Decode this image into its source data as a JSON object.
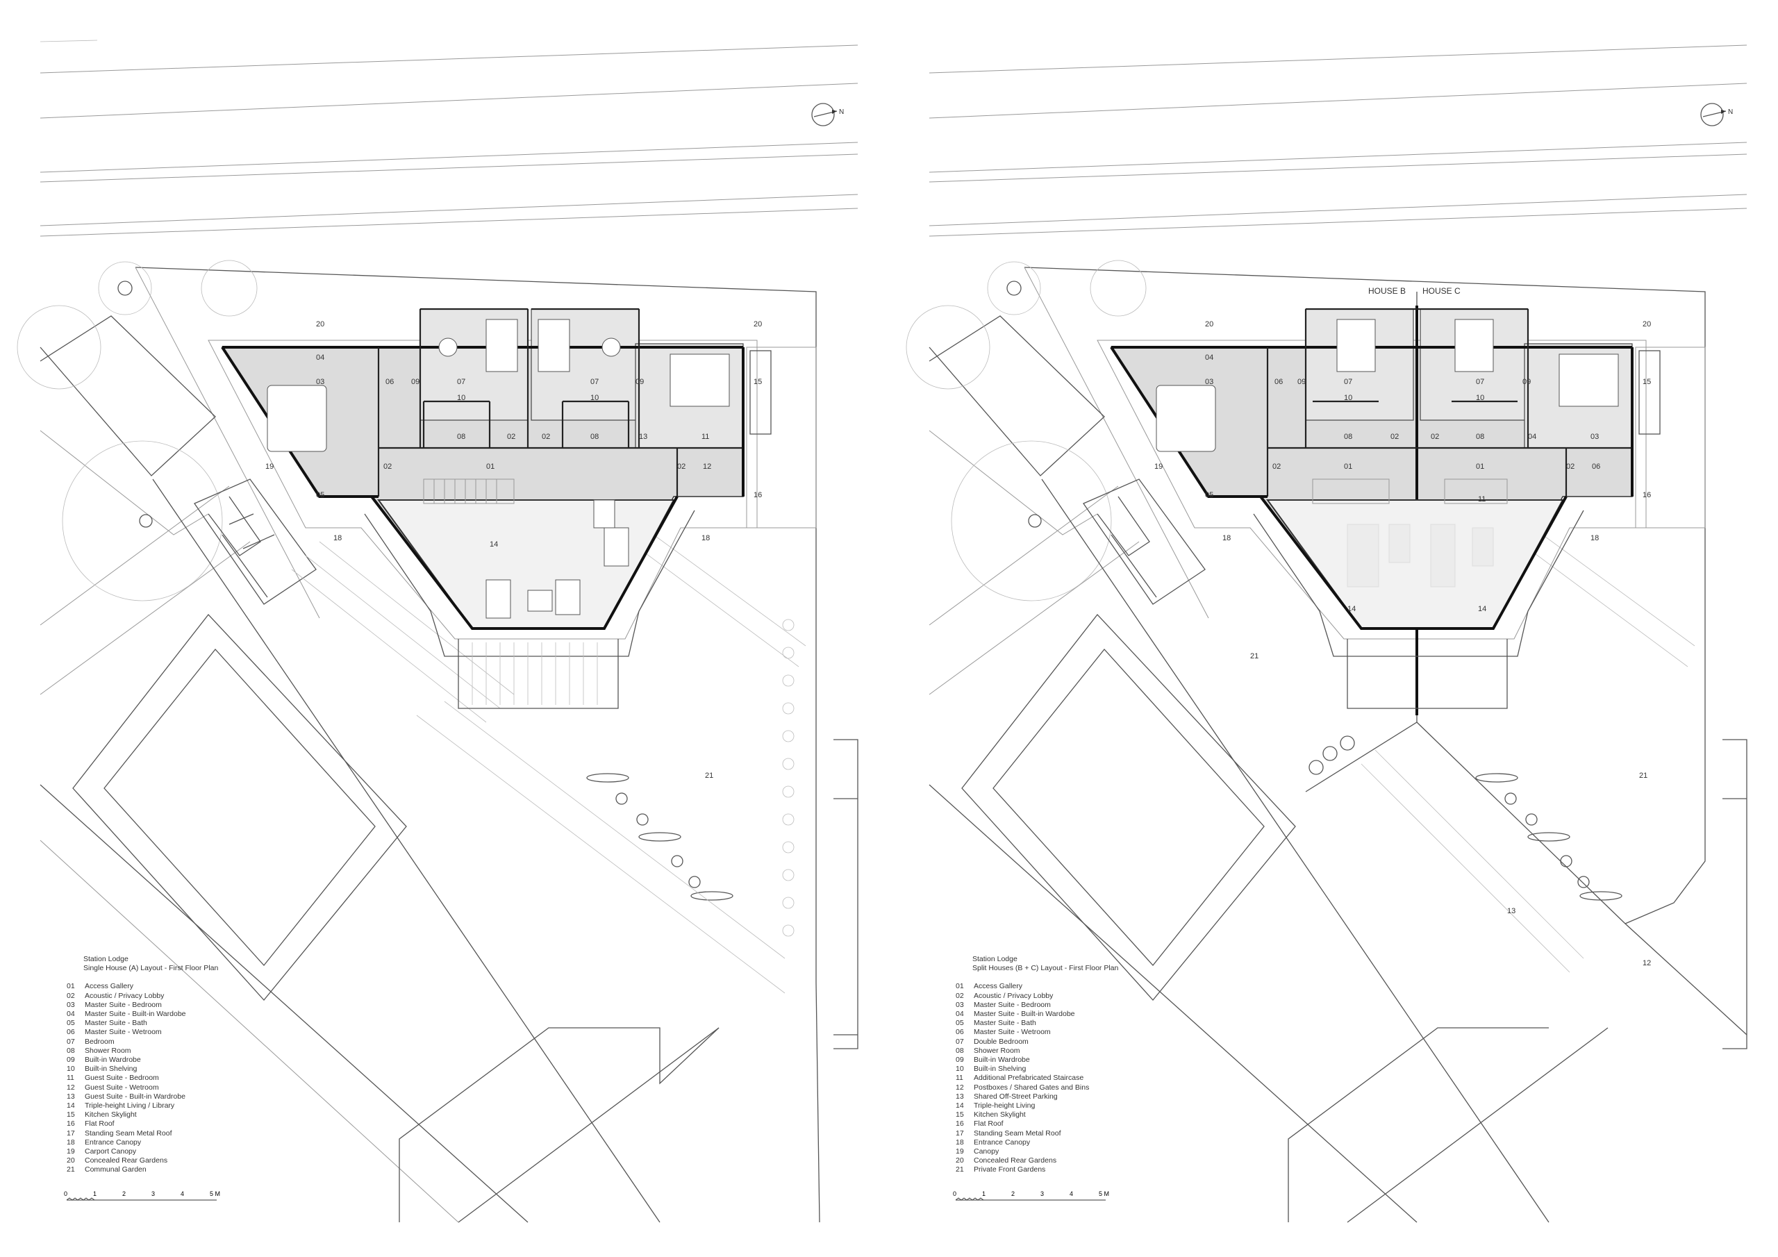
{
  "panels": [
    {
      "id": "a",
      "title_line1": "Station Lodge",
      "title_line2": "Single House (A) Layout - First Floor Plan",
      "house_labels": [],
      "legend": [
        {
          "num": "01",
          "label": "Access Gallery"
        },
        {
          "num": "02",
          "label": "Acoustic / Privacy Lobby"
        },
        {
          "num": "03",
          "label": "Master Suite - Bedroom"
        },
        {
          "num": "04",
          "label": "Master Suite - Built-in Wardobe"
        },
        {
          "num": "05",
          "label": "Master Suite - Bath"
        },
        {
          "num": "06",
          "label": "Master Suite - Wetroom"
        },
        {
          "num": "07",
          "label": "Bedroom"
        },
        {
          "num": "08",
          "label": "Shower Room"
        },
        {
          "num": "09",
          "label": "Built-in Wardrobe"
        },
        {
          "num": "10",
          "label": "Built-in Shelving"
        },
        {
          "num": "11",
          "label": "Guest Suite - Bedroom"
        },
        {
          "num": "12",
          "label": "Guest Suite - Wetroom"
        },
        {
          "num": "13",
          "label": "Guest Suite - Built-in Wardrobe"
        },
        {
          "num": "14",
          "label": "Triple-height Living / Library"
        },
        {
          "num": "15",
          "label": "Kitchen Skylight"
        },
        {
          "num": "16",
          "label": "Flat Roof"
        },
        {
          "num": "17",
          "label": "Standing Seam Metal Roof"
        },
        {
          "num": "18",
          "label": "Entrance Canopy"
        },
        {
          "num": "19",
          "label": "Carport Canopy"
        },
        {
          "num": "20",
          "label": "Concealed Rear Gardens"
        },
        {
          "num": "21",
          "label": "Communal Garden"
        }
      ],
      "plan_tags": {
        "t20l": "20",
        "t20r": "20",
        "t04": "04",
        "t03": "03",
        "t06": "06",
        "t09a": "09",
        "t07a": "07",
        "t07b": "07",
        "t09b": "09",
        "t10a": "10",
        "t10b": "10",
        "t08a": "08",
        "t02a": "02",
        "t02b": "02",
        "t08b": "08",
        "t13": "13",
        "t11": "11",
        "t15": "15",
        "t19": "19",
        "t02c": "02",
        "t01": "01",
        "t02d": "02",
        "t12": "12",
        "t05": "05",
        "t16": "16",
        "t18l": "18",
        "t18r": "18",
        "t14": "14",
        "t21": "21"
      }
    },
    {
      "id": "b",
      "title_line1": "Station Lodge",
      "title_line2": "Split Houses (B + C) Layout - First Floor Plan",
      "house_labels": [
        "HOUSE B",
        "HOUSE C"
      ],
      "legend": [
        {
          "num": "01",
          "label": "Access Gallery"
        },
        {
          "num": "02",
          "label": "Acoustic / Privacy Lobby"
        },
        {
          "num": "03",
          "label": "Master Suite - Bedroom"
        },
        {
          "num": "04",
          "label": "Master Suite - Built-in Wardobe"
        },
        {
          "num": "05",
          "label": "Master Suite - Bath"
        },
        {
          "num": "06",
          "label": "Master Suite - Wetroom"
        },
        {
          "num": "07",
          "label": "Double Bedroom"
        },
        {
          "num": "08",
          "label": "Shower Room"
        },
        {
          "num": "09",
          "label": "Built-in Wardrobe"
        },
        {
          "num": "10",
          "label": "Built-in Shelving"
        },
        {
          "num": "11",
          "label": "Additional Prefabricated Staircase"
        },
        {
          "num": "12",
          "label": "Postboxes / Shared Gates and Bins"
        },
        {
          "num": "13",
          "label": "Shared Off-Street Parking"
        },
        {
          "num": "14",
          "label": "Triple-height Living"
        },
        {
          "num": "15",
          "label": "Kitchen Skylight"
        },
        {
          "num": "16",
          "label": "Flat Roof"
        },
        {
          "num": "17",
          "label": "Standing Seam Metal Roof"
        },
        {
          "num": "18",
          "label": "Entrance Canopy"
        },
        {
          "num": "19",
          "label": "Canopy"
        },
        {
          "num": "20",
          "label": "Concealed Rear Gardens"
        },
        {
          "num": "21",
          "label": "Private Front Gardens"
        }
      ],
      "plan_tags": {
        "t20l": "20",
        "t20r": "20",
        "t04": "04",
        "t03": "03",
        "t06": "06",
        "t09a": "09",
        "t07a": "07",
        "t07b": "07",
        "t09b": "09",
        "t10a": "10",
        "t10b": "10",
        "t08a": "08",
        "t02a": "02",
        "t02b": "02",
        "t08b": "08",
        "t13": "04",
        "t11": "03",
        "t15": "15",
        "t19": "19",
        "t02c": "02",
        "t01": "01",
        "t02d": "02",
        "t12": "06",
        "t05": "05",
        "t16": "16",
        "t18l": "18",
        "t18r": "18",
        "t14": "14",
        "t21": "21"
      },
      "extra_tags": {
        "t01b": "01",
        "t11b": "11",
        "t14b": "14",
        "t21b": "21",
        "t13b": "13",
        "t12b": "12"
      }
    }
  ],
  "scale_bar": {
    "ticks": [
      "0",
      "1",
      "2",
      "3",
      "4",
      "5 M"
    ]
  },
  "north_label": "N"
}
